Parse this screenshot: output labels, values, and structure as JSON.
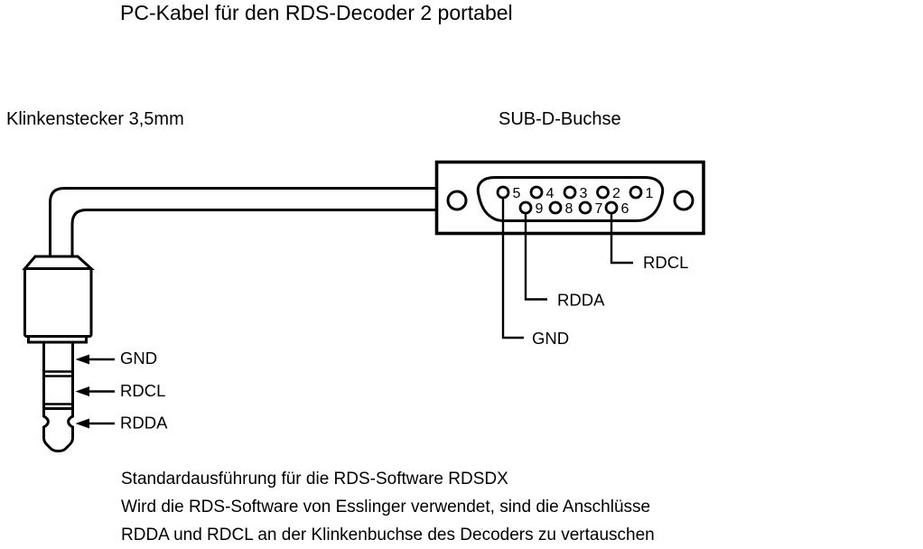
{
  "title": "PC-Kabel für den RDS-Decoder 2 portabel",
  "colors": {
    "ink": "#000000",
    "paper": "#ffffff"
  },
  "jack": {
    "label": "Klinkenstecker 3,5mm",
    "contacts": [
      {
        "signal": "GND"
      },
      {
        "signal": "RDCL"
      },
      {
        "signal": "RDDA"
      }
    ]
  },
  "subd": {
    "label": "SUB-D-Buchse",
    "pins_top": [
      "5",
      "4",
      "3",
      "2",
      "1"
    ],
    "pins_bottom": [
      "9",
      "8",
      "7",
      "6"
    ],
    "wired": [
      {
        "pin": "5",
        "signal": "GND"
      },
      {
        "pin": "9",
        "signal": "RDDA"
      },
      {
        "pin": "6",
        "signal": "RDCL"
      }
    ]
  },
  "notes": [
    "Standardausführung für die RDS-Software RDSDX",
    "Wird die RDS-Software von Esslinger verwendet, sind die Anschlüsse",
    "RDDA und RDCL an der Klinkenbuchse des Decoders zu vertauschen"
  ]
}
